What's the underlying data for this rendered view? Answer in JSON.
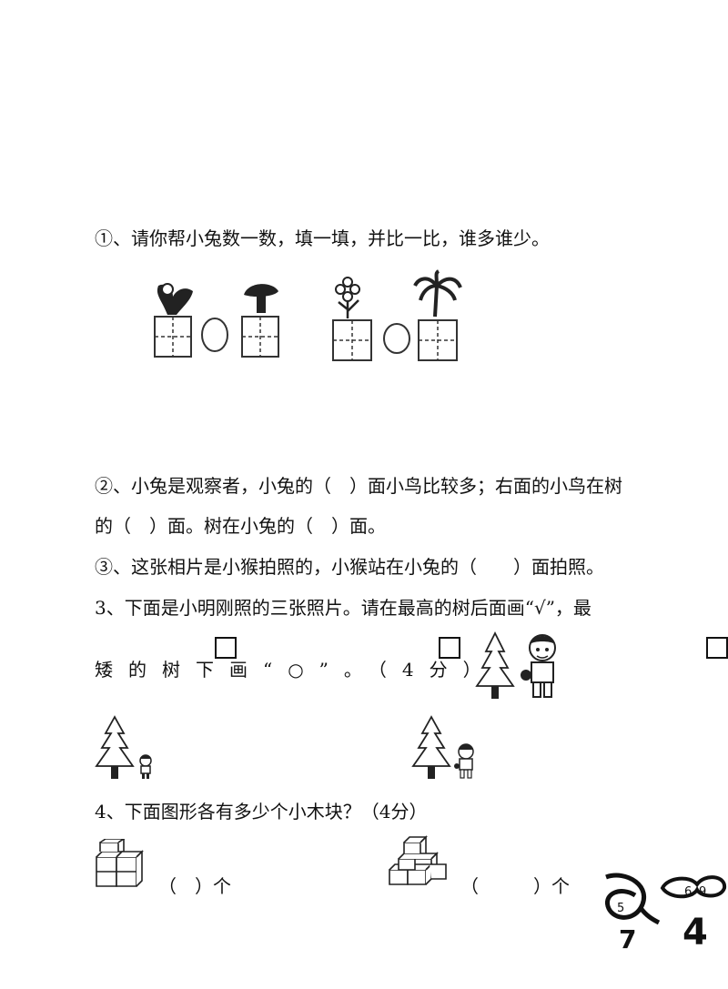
{
  "q1": {
    "prompt": "①、请你帮小兔数一数，填一填，并比一比，谁多谁少。"
  },
  "q2": {
    "line1": "②、小兔是观察者，小兔的（　）面小鸟比较多；右面的小鸟在树",
    "line2": "的（　）面。树在小兔的（　）面。"
  },
  "q3": {
    "line": "③、这张相片是小猴拍照的，小猴站在小兔的（　　）面拍照。"
  },
  "q4": {
    "line1": "3、下面是小明刚照的三张照片。请在最高的树后面画“√”，最",
    "line2": "矮的树下画“○”。（4分）"
  },
  "q5": {
    "prompt": "4、下面图形各有多少个小木块？（4分）",
    "answer1": "（　）个",
    "answer2": "（　　　）个"
  },
  "stamp": {
    "digits": [
      "5",
      "7",
      "6",
      "9",
      "4"
    ]
  }
}
